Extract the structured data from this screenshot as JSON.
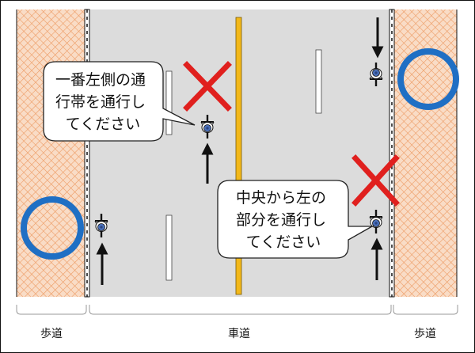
{
  "left_callout": {
    "lines": [
      "一番左側の通",
      "行帯を通行し",
      "てください"
    ]
  },
  "right_callout": {
    "lines": [
      "中央から左の",
      "部分を通行し",
      "てください"
    ]
  },
  "zones": {
    "left_sidewalk": "歩道",
    "roadway": "車道",
    "right_sidewalk": "歩道"
  },
  "colors": {
    "sidewalk_fill": "#f9dcc6",
    "sidewalk_hatch": "#ec9a62",
    "road": "#dcdcdc",
    "center_line": "#f2b81a",
    "correct_marker": "#1f6fc4",
    "wrong_marker": "#e0201e",
    "cyclist_helmet": "#4a6fb8"
  },
  "icons": {
    "correct_marker": "circle-icon",
    "wrong_marker": "cross-icon",
    "cyclist": "bicycle-icon",
    "direction": "arrow-icon"
  }
}
